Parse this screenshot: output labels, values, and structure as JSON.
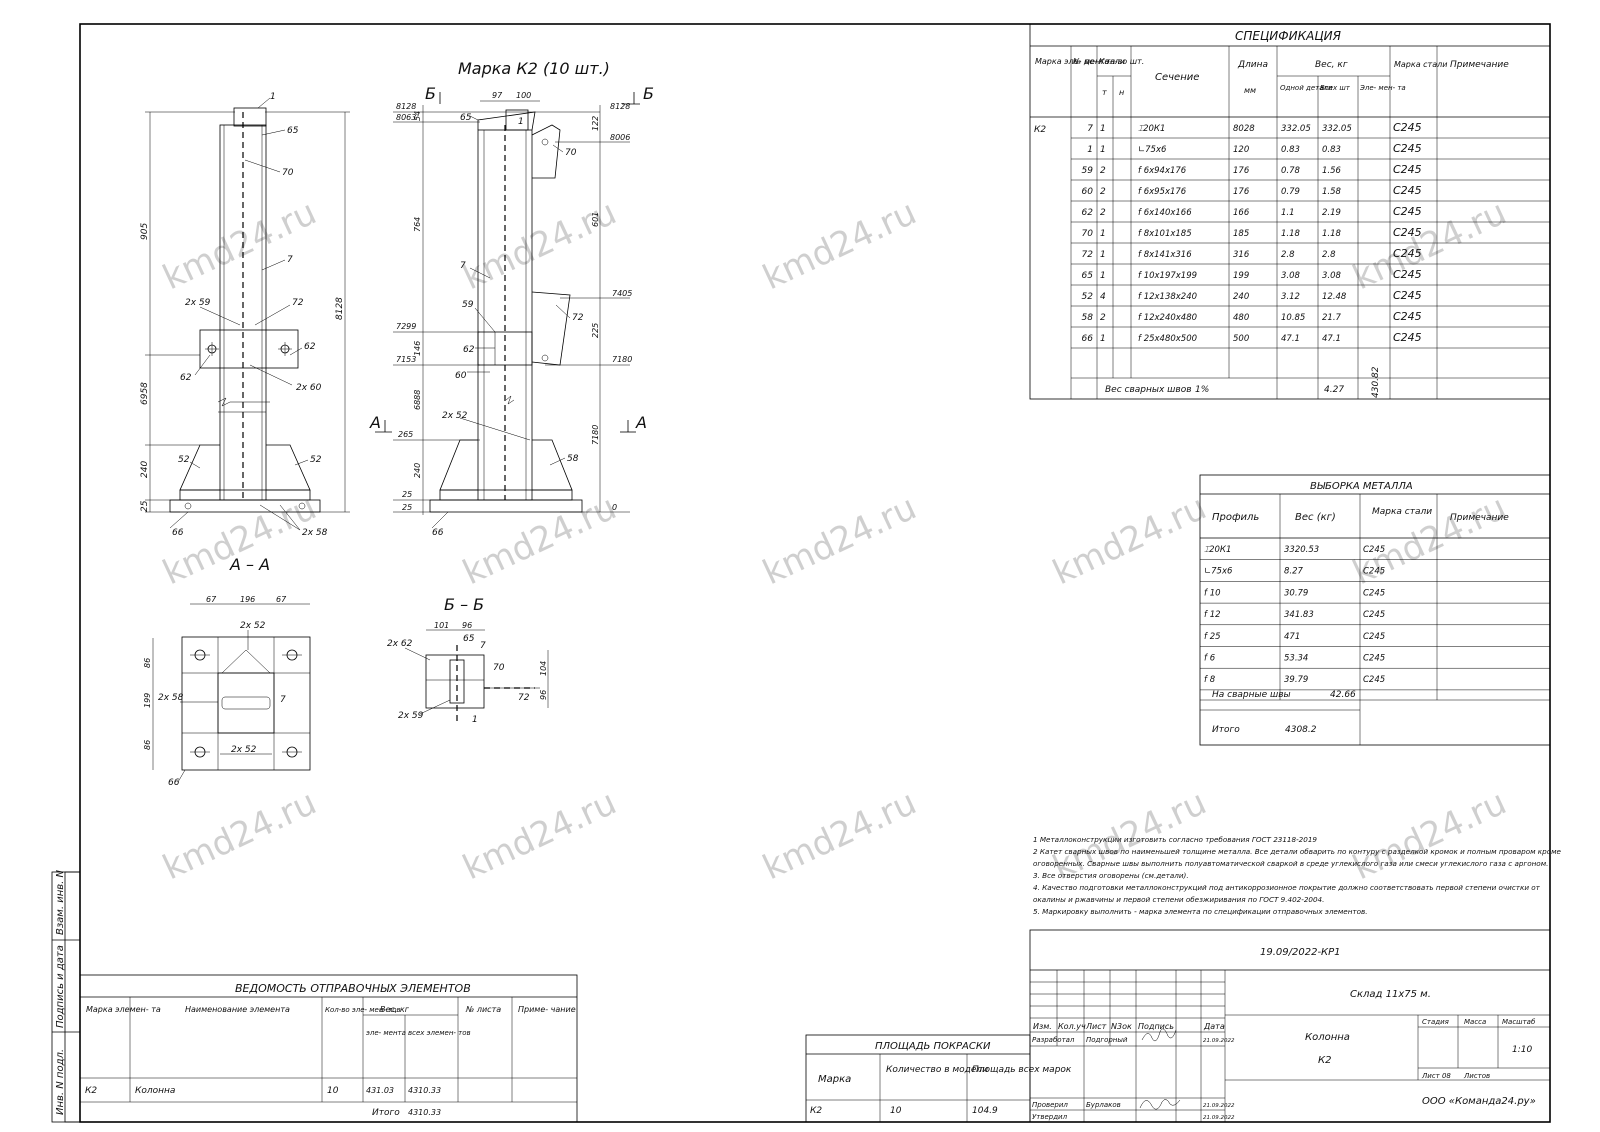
{
  "drawing": {
    "title": "Марка К2 (10 шт.)",
    "section_aa_title": "А – А",
    "section_bb_title": "Б – Б",
    "cut_a": "А",
    "cut_b": "Б",
    "front": {
      "dims": [
        "905",
        "6958",
        "240",
        "25",
        "8128"
      ],
      "labels": [
        "1",
        "65",
        "70",
        "7",
        "2x 59",
        "72",
        "62",
        "62",
        "2x 60",
        "52",
        "52",
        "66",
        "2x 58"
      ]
    },
    "side": {
      "levels_left": [
        "8128",
        "8063",
        "7299",
        "7153",
        "265",
        "25",
        "25"
      ],
      "levels_right": [
        "8128",
        "8006",
        "7405",
        "7180",
        "0"
      ],
      "dims_left": [
        "54",
        "764",
        "146",
        "6888",
        "240"
      ],
      "dims_right": [
        "122",
        "601",
        "225",
        "7180"
      ],
      "top_dims": [
        "97",
        "100"
      ],
      "labels": [
        "65",
        "1",
        "70",
        "7",
        "59",
        "72",
        "62",
        "60",
        "2x 52",
        "58",
        "66"
      ]
    },
    "section_aa": {
      "dims": [
        "67",
        "196",
        "67",
        "86",
        "199",
        "86"
      ],
      "labels": [
        "2x 52",
        "2x 58",
        "7",
        "2x 52",
        "66"
      ]
    },
    "section_bb": {
      "dims": [
        "101",
        "96",
        "104",
        "96"
      ],
      "labels": [
        "2x 62",
        "65",
        "7",
        "70",
        "72",
        "2x 59",
        "1"
      ]
    }
  },
  "specification": {
    "title": "СПЕЦИФИКАЦИЯ",
    "headers": {
      "mark": "Марка эле- мен- та",
      "part_no": "№ де- та- ли",
      "qty": "Кол-во шт.",
      "qty_t": "т",
      "qty_n": "н",
      "section": "Сечение",
      "length": "Длина",
      "length_unit": "мм",
      "weight": "Вес, кг",
      "weight_one": "Одной детали",
      "weight_all": "Всех шт",
      "weight_elem": "Эле- мен- та",
      "steel": "Марка стали",
      "note": "Примечание"
    },
    "element_mark": "К2",
    "element_weight": "430.82",
    "rows": [
      {
        "no": "7",
        "qty": "1",
        "section": "⌶20К1",
        "length": "8028",
        "one": "332.05",
        "all": "332.05",
        "steel": "С245"
      },
      {
        "no": "1",
        "qty": "1",
        "section": "∟75x6",
        "length": "120",
        "one": "0.83",
        "all": "0.83",
        "steel": "С245"
      },
      {
        "no": "59",
        "qty": "2",
        "section": "f 6x94x176",
        "length": "176",
        "one": "0.78",
        "all": "1.56",
        "steel": "С245"
      },
      {
        "no": "60",
        "qty": "2",
        "section": "f 6x95x176",
        "length": "176",
        "one": "0.79",
        "all": "1.58",
        "steel": "С245"
      },
      {
        "no": "62",
        "qty": "2",
        "section": "f 6x140x166",
        "length": "166",
        "one": "1.1",
        "all": "2.19",
        "steel": "С245"
      },
      {
        "no": "70",
        "qty": "1",
        "section": "f 8x101x185",
        "length": "185",
        "one": "1.18",
        "all": "1.18",
        "steel": "С245"
      },
      {
        "no": "72",
        "qty": "1",
        "section": "f 8x141x316",
        "length": "316",
        "one": "2.8",
        "all": "2.8",
        "steel": "С245"
      },
      {
        "no": "65",
        "qty": "1",
        "section": "f 10x197x199",
        "length": "199",
        "one": "3.08",
        "all": "3.08",
        "steel": "С245"
      },
      {
        "no": "52",
        "qty": "4",
        "section": "f 12x138x240",
        "length": "240",
        "one": "3.12",
        "all": "12.48",
        "steel": "С245"
      },
      {
        "no": "58",
        "qty": "2",
        "section": "f 12x240x480",
        "length": "480",
        "one": "10.85",
        "all": "21.7",
        "steel": "С245"
      },
      {
        "no": "66",
        "qty": "1",
        "section": "f 25x480x500",
        "length": "500",
        "one": "47.1",
        "all": "47.1",
        "steel": "С245"
      }
    ],
    "weld_label": "Вес сварных швов",
    "weld_pct": "1%",
    "weld_value": "4.27"
  },
  "metal": {
    "title": "ВЫБОРКА МЕТАЛЛА",
    "headers": {
      "profile": "Профиль",
      "weight": "Вес (кг)",
      "steel": "Марка стали",
      "note": "Примечание"
    },
    "rows": [
      {
        "profile": "⌶20К1",
        "weight": "3320.53",
        "steel": "С245"
      },
      {
        "profile": "∟75x6",
        "weight": "8.27",
        "steel": "С245"
      },
      {
        "profile": "f 10",
        "weight": "30.79",
        "steel": "С245"
      },
      {
        "profile": "f 12",
        "weight": "341.83",
        "steel": "С245"
      },
      {
        "profile": "f 25",
        "weight": "471",
        "steel": "С245"
      },
      {
        "profile": "f 6",
        "weight": "53.34",
        "steel": "С245"
      },
      {
        "profile": "f 8",
        "weight": "39.79",
        "steel": "С245"
      }
    ],
    "weld_label": "На сварные швы",
    "weld_value": "42.66",
    "total_label": "Итого",
    "total_value": "4308.2"
  },
  "notes": [
    "1  Металлоконструкции изготовить согласно требования ГОСТ 23118-2019",
    "2  Катет сварных швов по наименьшей толщине металла. Все детали обварить по контуру с разделкой кромок и полным проваром кроме",
    "оговоренных. Сварные швы выполнить полуавтоматической сваркой в среде углекислого газа или смеси углекислого газа с аргоном.",
    "3. Все отверстия оговорены (см.детали).",
    "4. Качество подготовки металлоконструкций под антикоррозионное покрытие должно соответствовать первой степени очистки от",
    "окалины и  ржавчины и первой степени обезжиривания по ГОСТ 9.402-2004.",
    "5. Маркировку выполнить - марка элемента по спецификации отправочных элементов."
  ],
  "dispatch": {
    "title": "ВЕДОМОСТЬ ОТПРАВОЧНЫХ ЭЛЕМЕНТОВ",
    "h_mark": "Марка элемен- та",
    "h_name": "Наименование элемента",
    "h_qty": "Кол-во эле- мен- тов",
    "h_weight": "Вес, кг",
    "h_elem": "эле- мента",
    "h_all": "всех элемен- тов",
    "h_sheet": "№ листа",
    "h_note": "Приме- чание",
    "row": {
      "mark": "К2",
      "name": "Колонна",
      "qty": "10",
      "elem": "431.03",
      "all": "4310.33"
    },
    "total_label": "Итого",
    "total_value": "4310.33"
  },
  "paint": {
    "title": "ПЛОЩАДЬ ПОКРАСКИ",
    "h_mark": "Марка",
    "h_qty": "Количество в модели",
    "h_area": "Площадь всех марок",
    "row": {
      "mark": "К2",
      "qty": "10",
      "area": "104.9"
    }
  },
  "title_block": {
    "code": "19.09/2022-КР1",
    "project": "Склад 11х75 м.",
    "element": "Колонна",
    "element_mark": "К2",
    "h_izm": "Изм.",
    "h_koluch": "Кол.уч",
    "h_list": "Лист",
    "h_ndok": "N3ок",
    "h_podpis": "Подпись",
    "h_data": "Дата",
    "razrabotal": "Разработал",
    "razrabotal_name": "Подгорный",
    "date1": "21.09.2022",
    "proveril": "Проверил",
    "proveril_name": "Бурлаков",
    "utverdil": "Утвердил",
    "date2": "21.09.2022",
    "date3": "21.09.2022",
    "stadia": "Стадия",
    "massa": "Масса",
    "masshtab": "Масштаб",
    "scale_value": "1:10",
    "list_label": "Лист 08",
    "listov_label": "Листов",
    "company": "ООО «Команда24.ру»"
  },
  "side_stamp": {
    "vzam": "Взам. инв. N",
    "podpis": "Подпись и дата",
    "inv": "Инв. N подл."
  },
  "watermark": "kmd24.ru"
}
